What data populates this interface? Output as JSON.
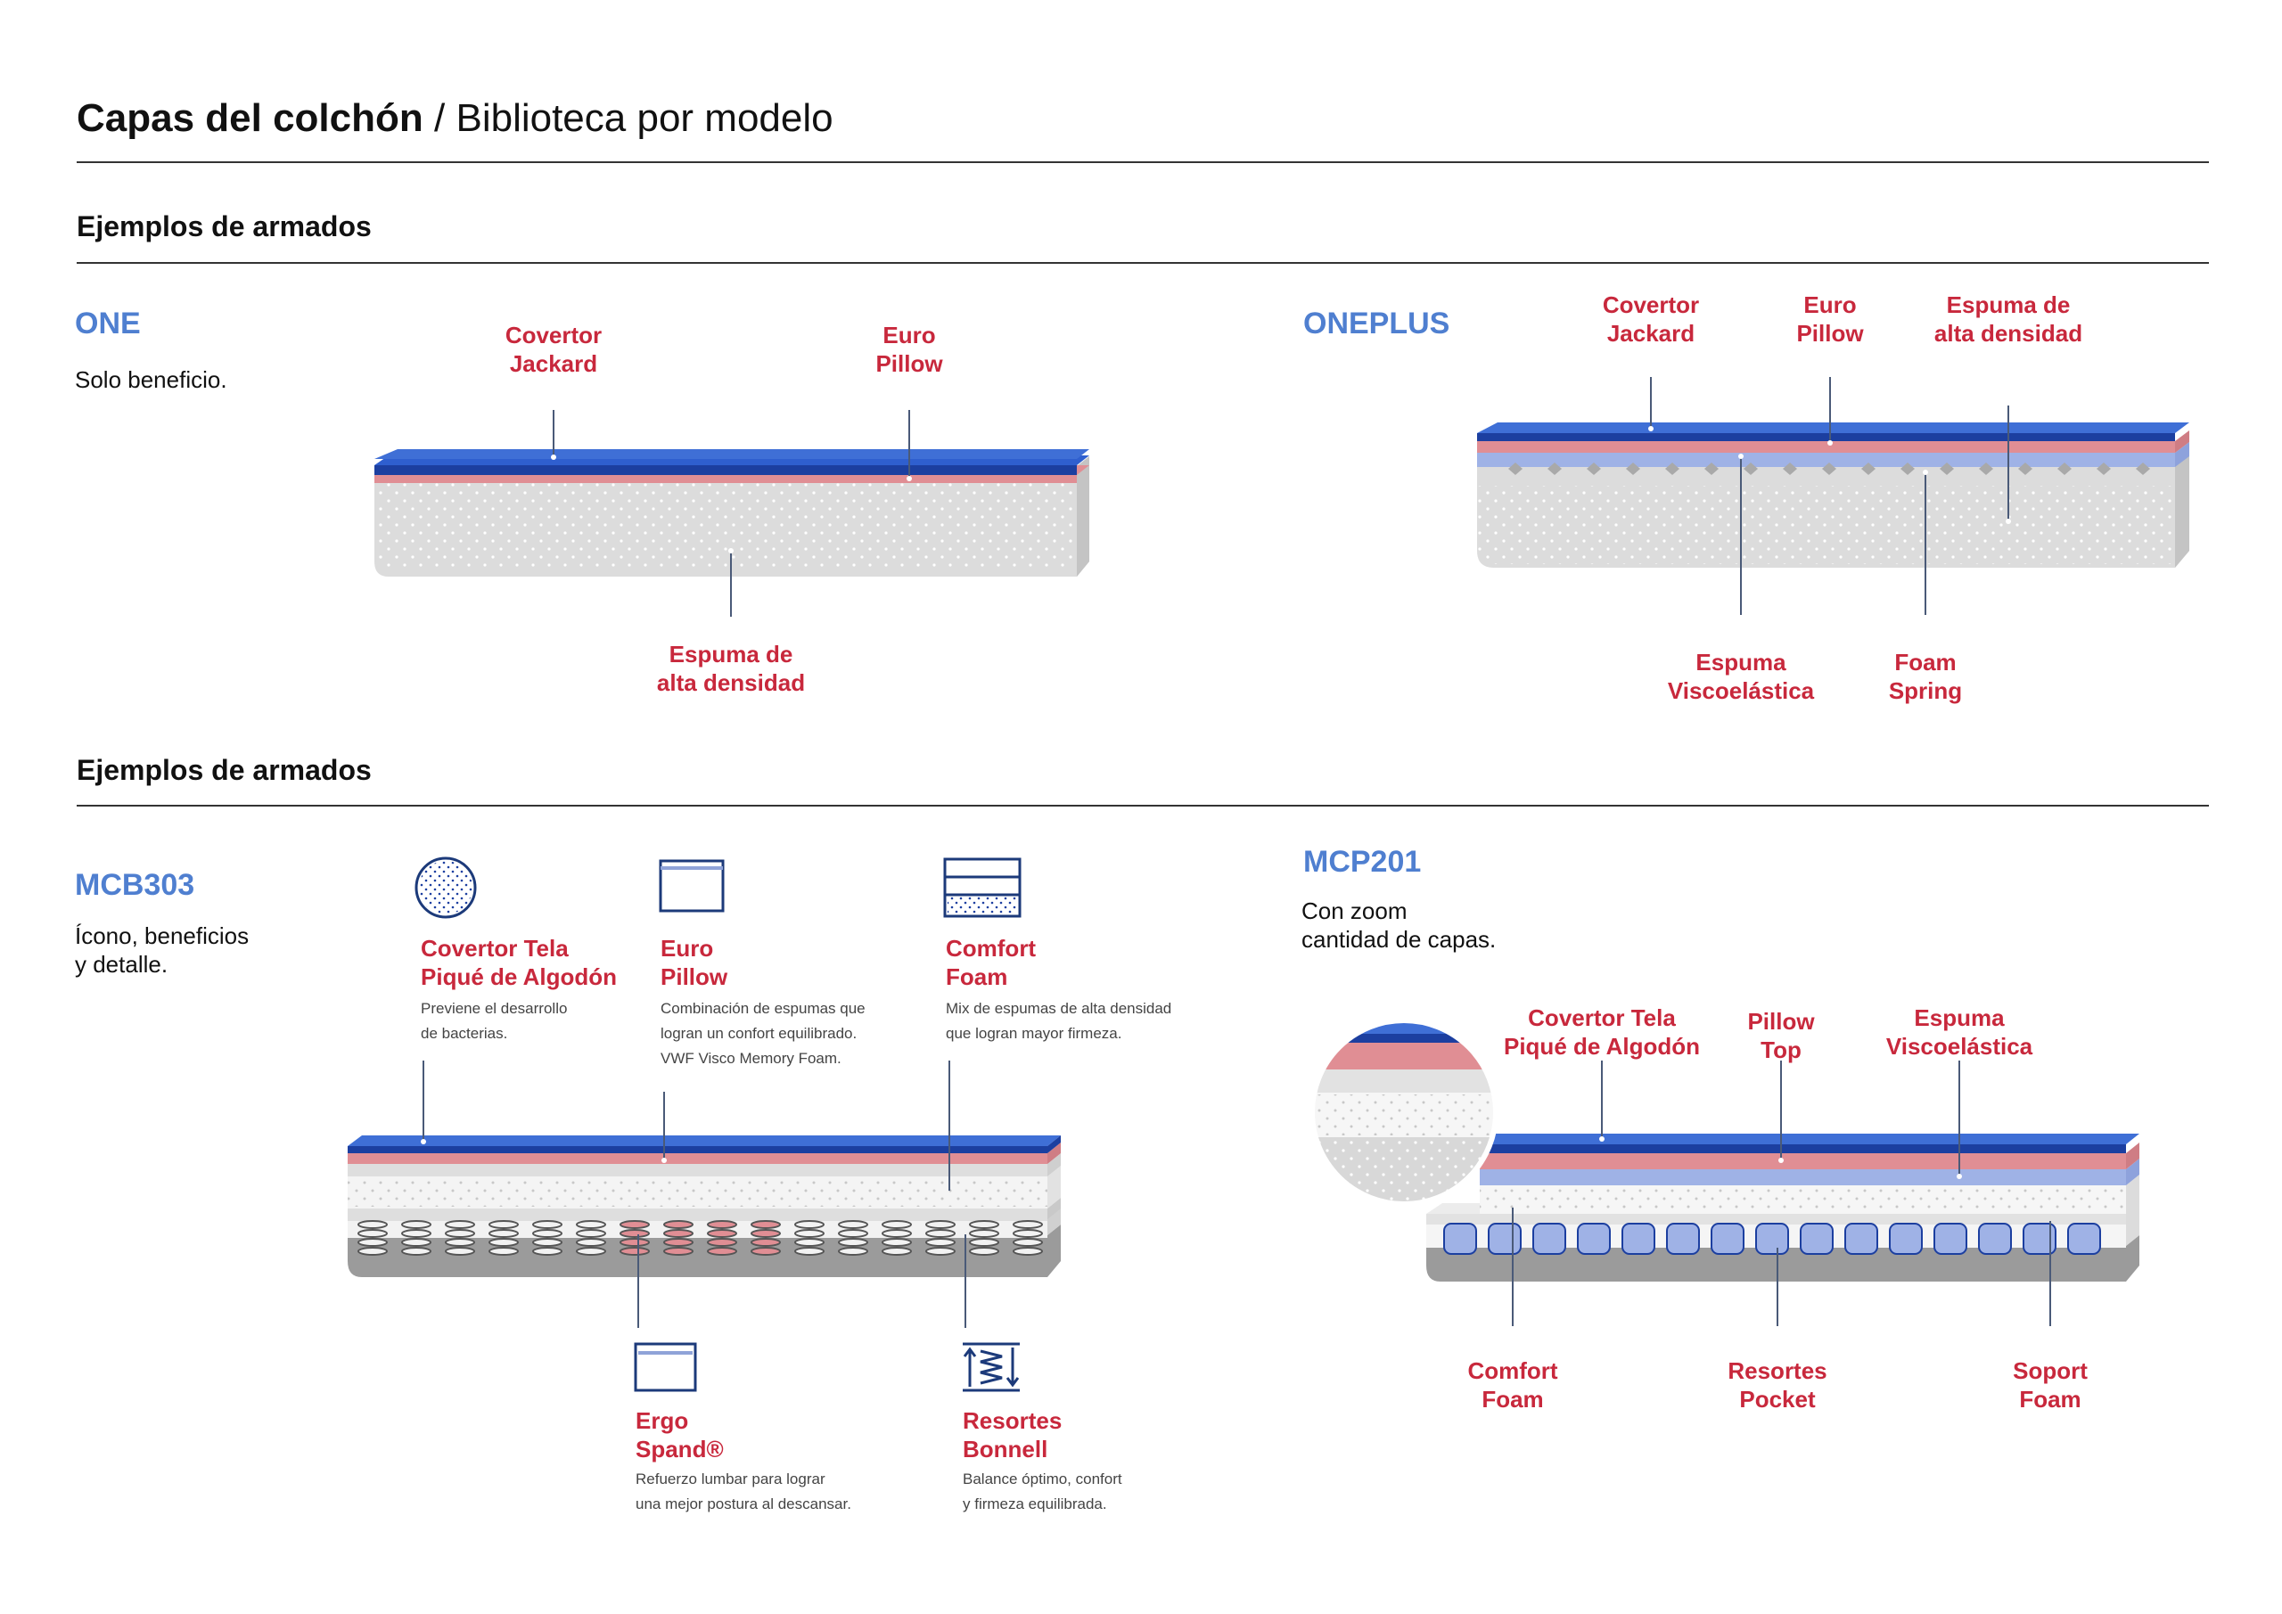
{
  "page": {
    "title_bold": "Capas del colchón",
    "title_sep": "/",
    "title_light": "Biblioteca por modelo"
  },
  "sections": [
    {
      "title": "Ejemplos de armados"
    },
    {
      "title": "Ejemplos de armados"
    }
  ],
  "models": {
    "one": {
      "name": "ONE",
      "description": "Solo beneficio.",
      "labels": {
        "covertor": "Covertor\nJackard",
        "euro": "Euro\nPillow",
        "espuma": "Espuma de\nalta densidad"
      }
    },
    "oneplus": {
      "name": "ONEPLUS",
      "labels": {
        "covertor": "Covertor\nJackard",
        "euro": "Euro\nPillow",
        "espuma_alta": "Espuma de\nalta densidad",
        "visco": "Espuma\nViscoelástica",
        "foam_spring": "Foam\nSpring"
      }
    },
    "mcb303": {
      "name": "MCB303",
      "description": "Ícono, beneficios\ny detalle.",
      "items": {
        "covertor": {
          "title": "Covertor Tela\nPiqué de Algodón",
          "detail": "Previene el desarrollo\nde bacterias."
        },
        "euro": {
          "title": "Euro\nPillow",
          "detail": "Combinación de espumas que\nlogran un confort equilibrado.\nVWF Visco Memory Foam."
        },
        "comfort": {
          "title": "Comfort\nFoam",
          "detail": "Mix de espumas de alta densidad\nque logran mayor firmeza."
        },
        "ergo": {
          "title": "Ergo\nSpand®",
          "detail": "Refuerzo lumbar para lograr\nuna mejor postura al descansar."
        },
        "resortes": {
          "title": "Resortes\nBonnell",
          "detail": "Balance óptimo, confort\ny firmeza equilibrada."
        }
      }
    },
    "mcp201": {
      "name": "MCP201",
      "description": "Con zoom\ncantidad de capas.",
      "labels": {
        "covertor": "Covertor Tela\nPiqué de Algodón",
        "pillow": "Pillow\nTop",
        "visco": "Espuma\nViscoelástica",
        "comfort": "Comfort\nFoam",
        "resortes": "Resortes\nPocket",
        "soport": "Soport\nFoam"
      }
    }
  },
  "colors": {
    "model_blue": "#4f7fd0",
    "label_red": "#c8283c",
    "layer_blue": "#3f6fd6",
    "layer_navy": "#1c3fa0",
    "layer_pink": "#e08e94",
    "layer_lavender": "#9fb2e6",
    "foam_gray": "#dedede",
    "base_gray": "#9b9b9b"
  }
}
